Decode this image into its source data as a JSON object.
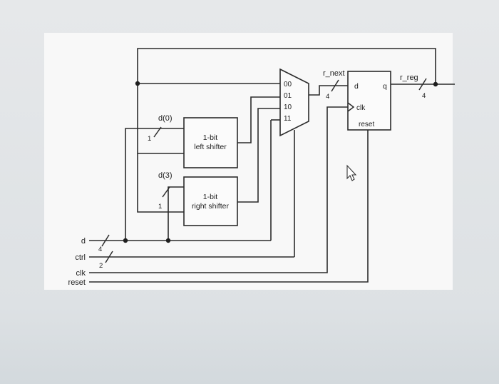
{
  "diagram": {
    "inputs": {
      "d": "d",
      "ctrl": "ctrl",
      "clk": "clk",
      "reset": "reset"
    },
    "bus_widths": {
      "d": "4",
      "ctrl": "2",
      "r_next": "4",
      "r_reg": "4"
    },
    "taps": {
      "d0": "d(0)",
      "d3": "d(3)"
    },
    "tap_widths": {
      "d0": "1",
      "d3": "1"
    },
    "left_shifter": {
      "line1": "1-bit",
      "line2": "left shifter"
    },
    "right_shifter": {
      "line1": "1-bit",
      "line2": "right shifter"
    },
    "mux": {
      "sel": [
        "00",
        "01",
        "10",
        "11"
      ]
    },
    "register": {
      "d": "d",
      "q": "q",
      "clk": "clk",
      "reset": "reset"
    },
    "signals": {
      "r_next": "r_next",
      "r_reg": "r_reg"
    }
  }
}
